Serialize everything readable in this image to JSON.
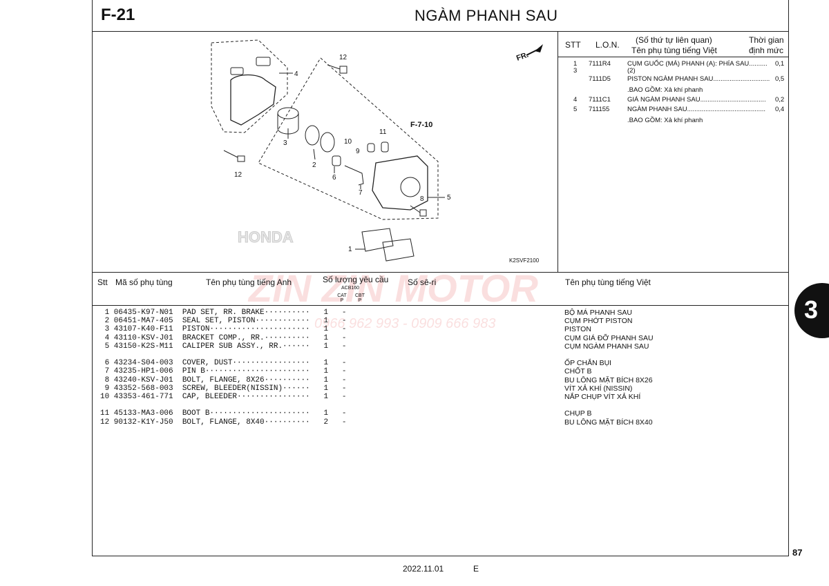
{
  "page": {
    "code": "F-21",
    "title": "NGÀM PHANH SAU",
    "page_number": "87",
    "section_tab": "3",
    "date": "2022.11.01",
    "edition": "E"
  },
  "watermark": {
    "brand": "ZIN ZIN MOTOR",
    "phone": "0966 962 993 - 0909 666 983"
  },
  "diagram": {
    "fr_label": "FR.",
    "ref_label": "F-7-10",
    "image_code": "K2SVF2100",
    "honda_text": "HONDA",
    "callouts": [
      "12",
      "4",
      "3",
      "2",
      "6",
      "12",
      "10",
      "9",
      "11",
      "7",
      "5",
      "8",
      "1"
    ]
  },
  "ref_table": {
    "headers": {
      "stt": "STT",
      "lon": "L.O.N.",
      "desc_line1": "(Số thứ tự liên quan)",
      "desc_line2": "Tên phụ tùng tiếng Việt",
      "time_line1": "Thời gian",
      "time_line2": "định mức"
    },
    "rows": [
      {
        "stt": "1",
        "lon": "7111R4",
        "desc": "CỤM GUỐC (MÁ) PHANH (A): PHÍA SAU..........",
        "time": "0,1"
      },
      {
        "stt": "3",
        "lon": "",
        "desc": "(2)",
        "time": ""
      },
      {
        "stt": "",
        "lon": "7111D5",
        "desc": "PISTON NGÀM PHANH SAU...............................",
        "time": "0,5"
      },
      {
        "stt": "",
        "lon": "",
        "desc": ".BAO GỒM: Xả khí phanh",
        "time": ""
      },
      {
        "stt": "4",
        "lon": "7111C1",
        "desc": "GIÁ NGÀM PHANH SAU....................................",
        "time": "0,2"
      },
      {
        "stt": "5",
        "lon": "711155",
        "desc": "NGÀM PHANH SAU...........................................",
        "time": "0,4"
      },
      {
        "stt": "",
        "lon": "",
        "desc": ".BAO GỒM: Xả khí phanh",
        "time": ""
      }
    ]
  },
  "parts_table": {
    "headers": {
      "stt": "Stt",
      "part_no": "Mã số phụ tùng",
      "name_en": "Tên phụ tùng tiếng Anh",
      "qty": "Số lượng yêu cầu",
      "qty_sub": "ACB160",
      "cat1": "CAT P",
      "cat2": "CBT P",
      "serial": "Số sê-ri",
      "name_vn": "Tên phụ tùng tiếng Việt"
    },
    "groups": [
      [
        {
          "line": " 1 06435-K97-N01  PAD SET, RR. BRAKE··········   1   -",
          "vn": "BỘ MÁ PHANH SAU"
        },
        {
          "line": " 2 06451-MA7-405  SEAL SET, PISTON············   1   -",
          "vn": "CỤM PHỚT PISTON"
        },
        {
          "line": " 3 43107-K40-F11  PISTON······················   1   -",
          "vn": "PISTON"
        },
        {
          "line": " 4 43110-KSV-J01  BRACKET COMP., RR.··········   1   -",
          "vn": "CỤM GIÁ ĐỠ PHANH SAU"
        },
        {
          "line": " 5 43150-K2S-M11  CALIPER SUB ASSY., RR.······   1   -",
          "vn": "CỤM NGÀM PHANH SAU"
        }
      ],
      [
        {
          "line": " 6 43234-S04-003  COVER, DUST·················   1   -",
          "vn": "ỐP CHẮN BỤI"
        },
        {
          "line": " 7 43235-HP1-006  PIN B·······················   1   -",
          "vn": "CHỐT B"
        },
        {
          "line": " 8 43240-KSV-J01  BOLT, FLANGE, 8X26··········   1   -",
          "vn": "BU LÔNG MẶT BÍCH 8X26"
        },
        {
          "line": " 9 43352-568-003  SCREW, BLEEDER(NISSIN)······   1   -",
          "vn": "VÍT XẢ KHÍ (NISSIN)"
        },
        {
          "line": "10 43353-461-771  CAP, BLEEDER················   1   -",
          "vn": "NẮP CHỤP VÍT XẢ KHÍ"
        }
      ],
      [
        {
          "line": "11 45133-MA3-006  BOOT B······················   1   -",
          "vn": "CHỤP B"
        },
        {
          "line": "12 90132-K1Y-J50  BOLT, FLANGE, 8X40··········   2   -",
          "vn": "BU LÔNG MẶT BÍCH 8X40"
        }
      ]
    ]
  }
}
